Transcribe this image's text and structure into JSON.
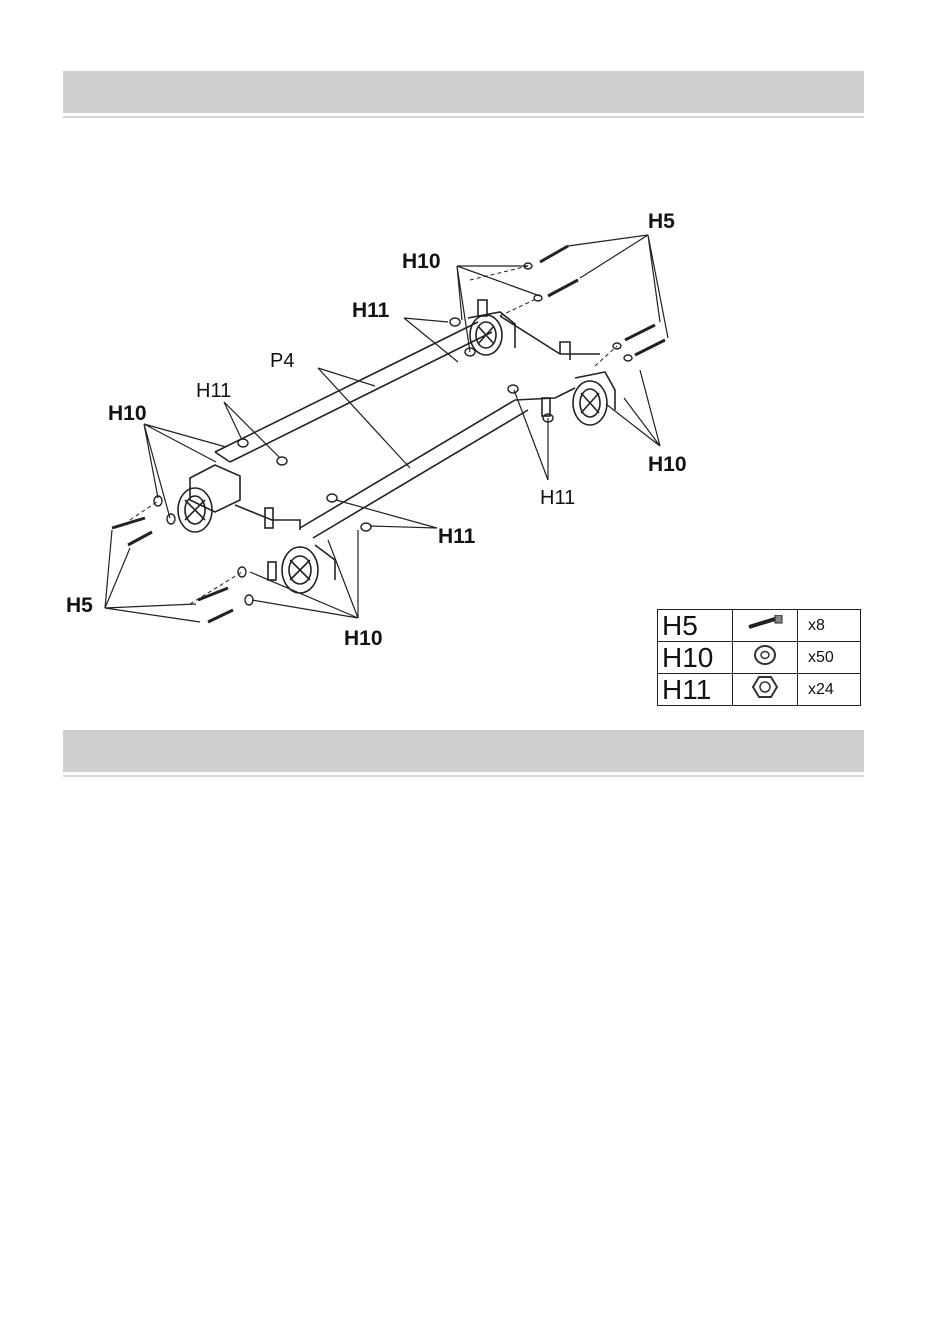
{
  "diagram": {
    "labels": {
      "h5_top_right": "H5",
      "h10_top": "H10",
      "h11_top": "H11",
      "p4": "P4",
      "h11_left": "H11",
      "h10_left": "H10",
      "h10_right": "H10",
      "h11_right_mid": "H11",
      "h11_right_low": "H11",
      "h5_bottom_left": "H5",
      "h10_bottom": "H10"
    }
  },
  "parts_table": {
    "rows": [
      {
        "code": "H5",
        "icon": "bolt-icon",
        "qty": "x8"
      },
      {
        "code": "H10",
        "icon": "washer-icon",
        "qty": "x50"
      },
      {
        "code": "H11",
        "icon": "nut-icon",
        "qty": "x24"
      }
    ]
  }
}
